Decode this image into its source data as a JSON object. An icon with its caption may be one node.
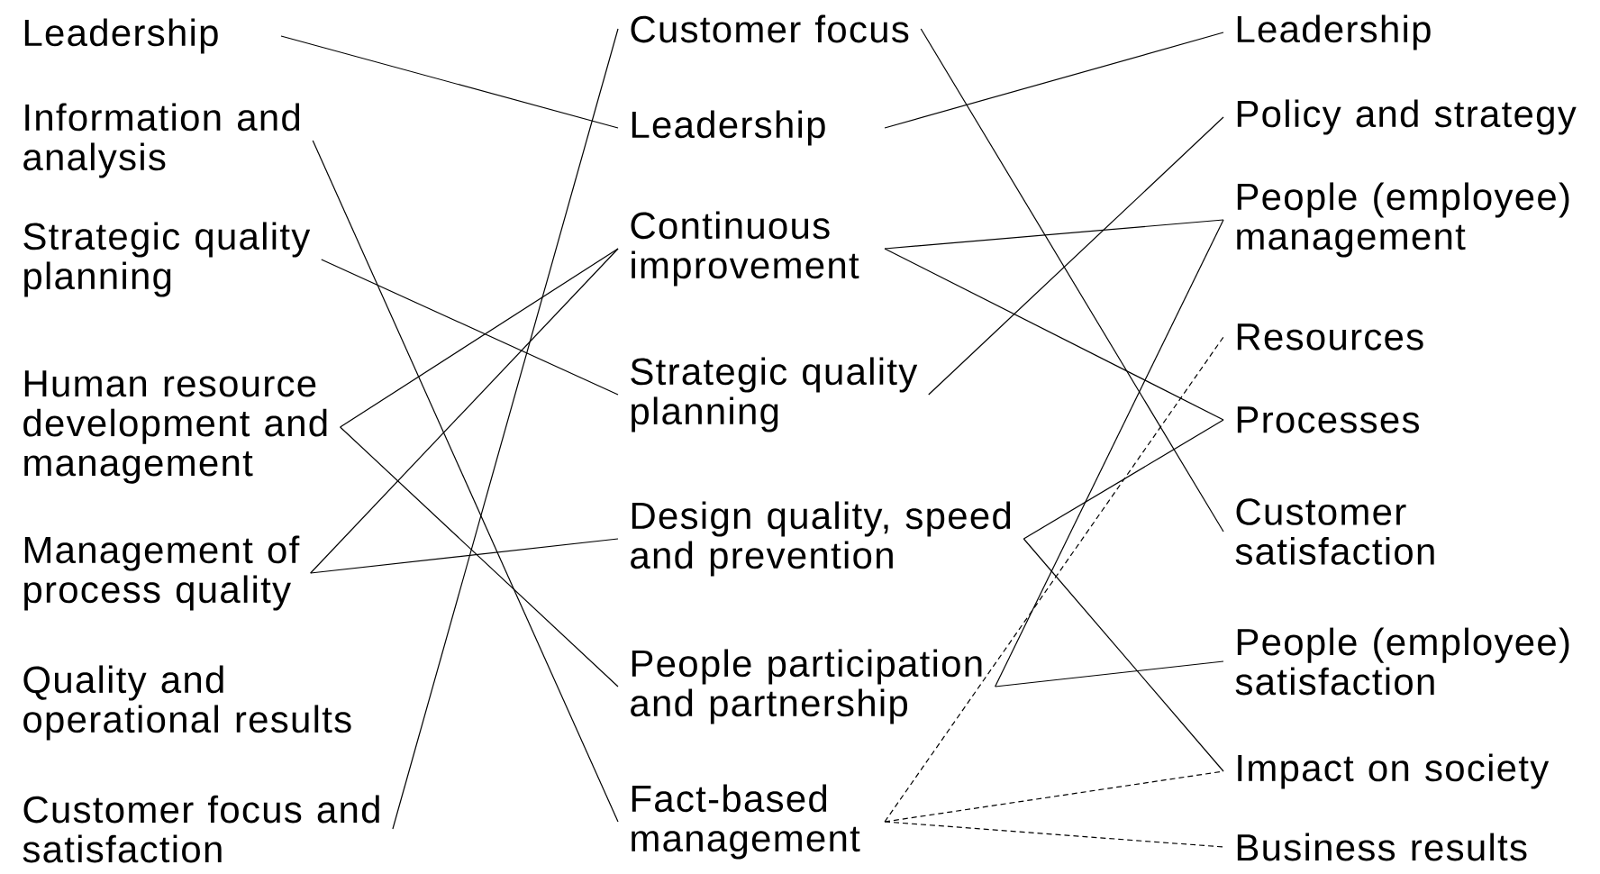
{
  "diagram": {
    "nodes": [
      {
        "text": [
          "Leadership"
        ]
      },
      {
        "text": [
          "Information and analysis"
        ]
      },
      {
        "text": [
          "Strategic quality planning"
        ]
      },
      {
        "text": [
          "Human resource development and management"
        ]
      },
      {
        "text": [
          "Management of process quality"
        ]
      },
      {
        "text": [
          "Quality and operational results"
        ]
      },
      {
        "text": [
          "Customer focus and satisfaction"
        ]
      },
      {
        "text": [
          "Customer focus"
        ]
      },
      {
        "text": [
          "Leadership"
        ]
      },
      {
        "text": [
          "Continuous improvement"
        ]
      },
      {
        "text": [
          "Strategic quality planning"
        ]
      },
      {
        "text": [
          "Design quality, speed and prevention"
        ]
      },
      {
        "text": [
          "People participation and partnership"
        ]
      },
      {
        "text": [
          "Fact-based management"
        ]
      },
      {
        "text": [
          "Leadership"
        ]
      },
      {
        "text": [
          "Policy and strategy"
        ]
      },
      {
        "text": [
          "People (employee) management"
        ]
      },
      {
        "text": [
          "Resources"
        ]
      },
      {
        "text": [
          "Processes"
        ]
      },
      {
        "text": [
          "Customer satisfaction"
        ]
      },
      {
        "text": [
          "People (employee) satisfaction"
        ]
      },
      {
        "text": [
          "Impact on society"
        ]
      },
      {
        "text": [
          "Business results"
        ]
      }
    ],
    "edges": [
      {
        "from": 0,
        "to": 8,
        "arrow": "none"
      },
      {
        "from": 1,
        "to": 13,
        "arrow": "none"
      },
      {
        "from": 2,
        "to": 10,
        "arrow": "none"
      },
      {
        "from": 3,
        "to": 9,
        "arrow": "none"
      },
      {
        "from": 3,
        "to": 12,
        "arrow": "none"
      },
      {
        "from": 4,
        "to": 9,
        "arrow": "none"
      },
      {
        "from": 4,
        "to": 11,
        "arrow": "none"
      },
      {
        "from": 6,
        "to": 7,
        "arrow": "none"
      },
      {
        "from": 7,
        "to": 19,
        "arrow": "none"
      },
      {
        "from": 8,
        "to": 14,
        "arrow": "none"
      },
      {
        "from": 9,
        "to": 16,
        "arrow": "none"
      },
      {
        "from": 9,
        "to": 18,
        "arrow": "none"
      },
      {
        "from": 10,
        "to": 15,
        "arrow": "none"
      },
      {
        "from": 11,
        "to": 18,
        "arrow": "none"
      },
      {
        "from": 11,
        "to": 21,
        "arrow": "none"
      },
      {
        "from": 12,
        "to": 16,
        "arrow": "none"
      },
      {
        "from": 12,
        "to": 20,
        "arrow": "none"
      },
      {
        "from": 13,
        "to": 17,
        "arrow": "none",
        "style": "dashed"
      },
      {
        "from": 13,
        "to": 21,
        "arrow": "none",
        "style": "dashed"
      },
      {
        "from": 13,
        "to": 22,
        "arrow": "none",
        "style": "dashed"
      }
    ]
  }
}
